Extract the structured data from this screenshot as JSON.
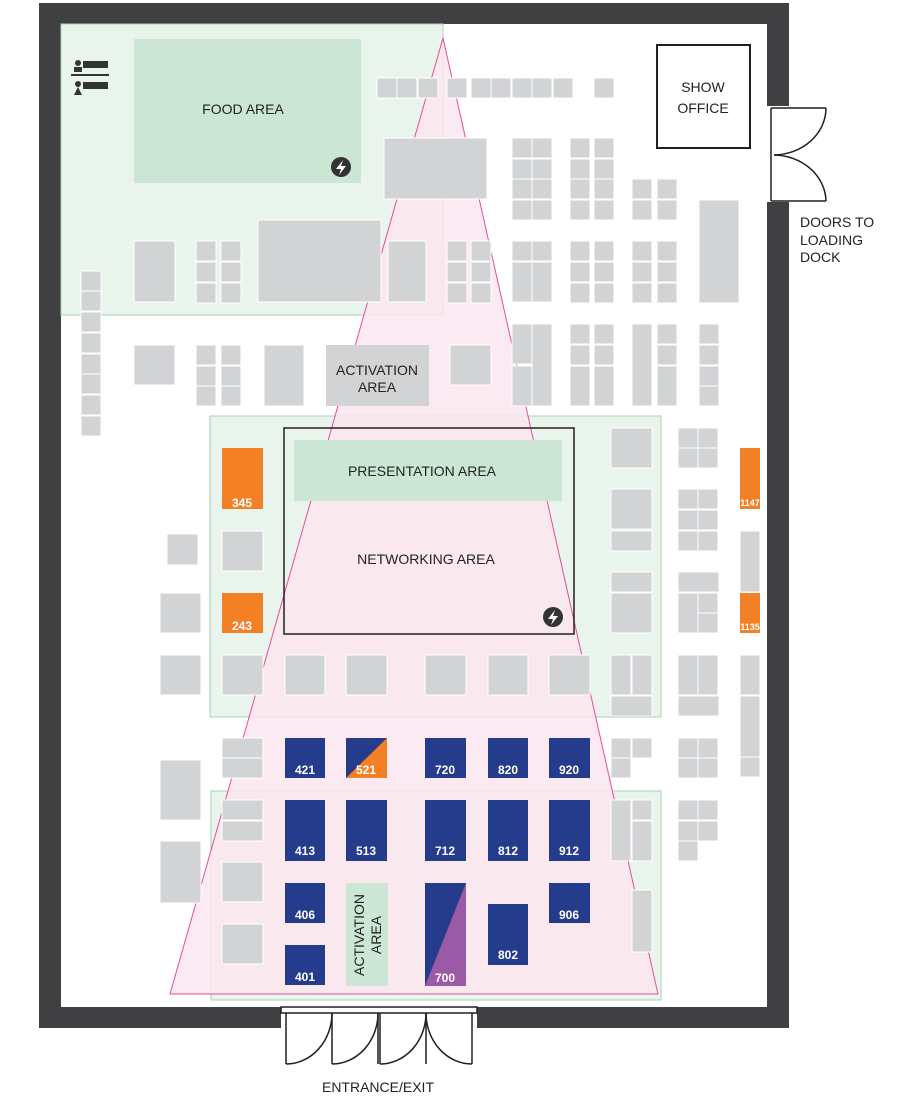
{
  "areas": {
    "food": "FOOD AREA",
    "show_office_line1": "SHOW",
    "show_office_line2": "OFFICE",
    "activation_top_line1": "ACTIVATION",
    "activation_top_line2": "AREA",
    "presentation": "PRESENTATION AREA",
    "networking": "NETWORKING AREA",
    "activation_bottom_line1": "ACTIVATION",
    "activation_bottom_line2": "AREA"
  },
  "doors": {
    "loading_line1": "DOORS TO",
    "loading_line2": "LOADING",
    "loading_line3": "DOCK",
    "entrance": "ENTRANCE/EXIT"
  },
  "booths": {
    "b345": "345",
    "b243": "243",
    "b1147": "1147",
    "b1135": "1135",
    "b421": "421",
    "b521": "521",
    "b720": "720",
    "b820": "820",
    "b920": "920",
    "b413": "413",
    "b513": "513",
    "b712": "712",
    "b812": "812",
    "b912": "912",
    "b406": "406",
    "b906": "906",
    "b802": "802",
    "b401": "401",
    "b700": "700"
  },
  "icons": [
    "restroom-icon",
    "power-icon"
  ],
  "colors": {
    "wall": "#404042",
    "booth_grey": "#d2d3d4",
    "booth_blue": "#253b8b",
    "booth_orange": "#f38025",
    "booth_purple": "#9a5aa5",
    "zone_green": "#e9f5ec",
    "area_green": "#cbe6d4",
    "spotlight_pink": "#fbe6f0",
    "spotlight_stroke": "#e44d9a"
  }
}
